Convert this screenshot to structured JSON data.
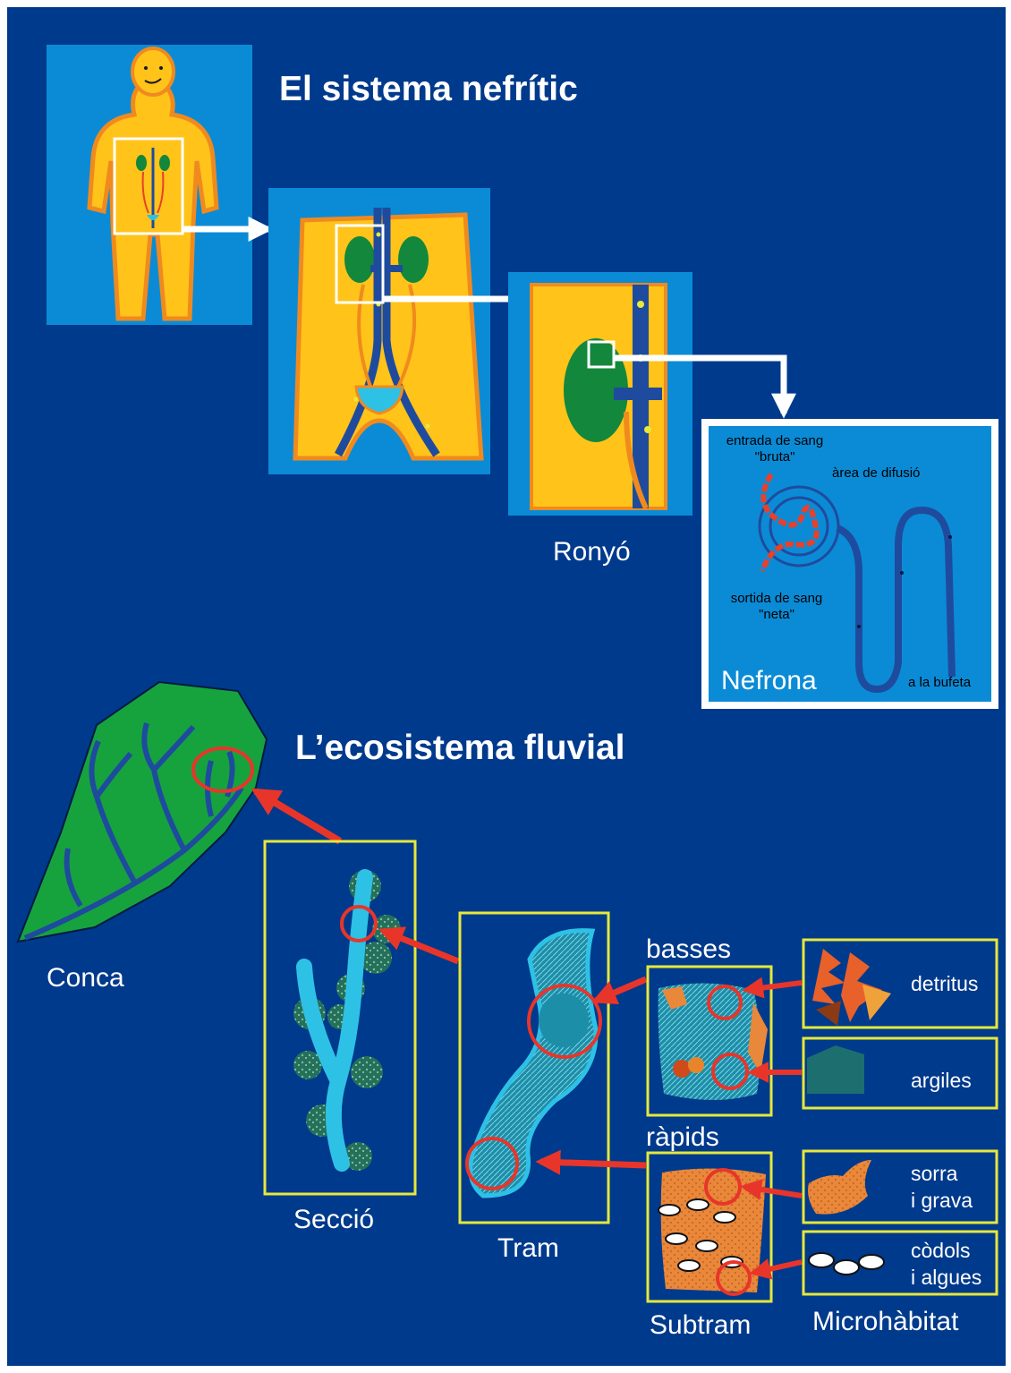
{
  "colors": {
    "background": "#003a8c",
    "panel_blue": "#0b8bd6",
    "body_yellow": "#ffc31a",
    "body_orange": "#f08a1e",
    "kidney_green": "#13873c",
    "vessel_blue": "#1f4b9e",
    "vessel_red": "#e8402a",
    "basin_green": "#16a33e",
    "river_cyan": "#2ec1e6",
    "frame_yellow": "#e6e83c",
    "highlight_red": "#e8352a",
    "white": "#ffffff"
  },
  "kidney": {
    "title": "El sistema nefrític",
    "kidney_label": "Ronyó",
    "nephron": {
      "label": "Nefrona",
      "inlet": [
        "entrada de sang",
        "\"bruta\""
      ],
      "diffusion": "àrea de difusió",
      "outlet": [
        "sortida de sang",
        "\"neta\""
      ],
      "bladder": "a la bufeta"
    }
  },
  "river": {
    "title": "L’ecosistema fluvial",
    "levels": {
      "basin": "Conca",
      "section": "Secció",
      "reach": "Tram",
      "subreach": "Subtram",
      "microhabitat": "Microhàbitat"
    },
    "pools": "basses",
    "rapids": "ràpids",
    "microhabitats": [
      [
        "detritus"
      ],
      [
        "argiles"
      ],
      [
        "sorra",
        "i grava"
      ],
      [
        "còdols",
        "i algues"
      ]
    ]
  }
}
